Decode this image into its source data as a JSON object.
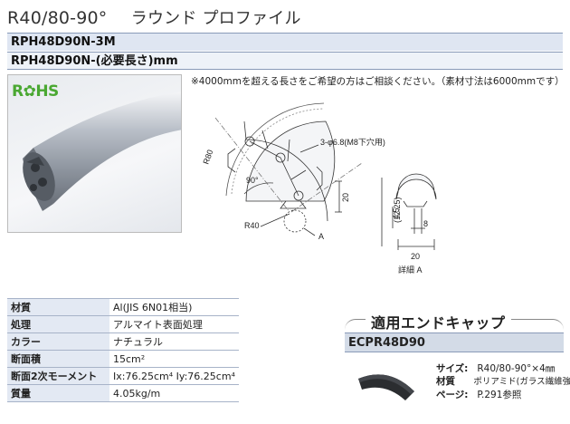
{
  "header": {
    "title_main": "R40/80-90°",
    "title_sub": "ラウンド プロファイル"
  },
  "models": {
    "row1": "RPH48D90N-3M",
    "row2": "RPH48D90N-(必要長さ)mm"
  },
  "note": "※4000mmを超える長さをご希望の方はご相談ください。（素材寸法は6000mmです）",
  "photo": {
    "rohs_label": "R✿HS"
  },
  "drawing": {
    "dim_r80": "R80",
    "dim_r40": "R40",
    "angle": "90°",
    "hole_label": "3-φ6.8(M8下穴用)",
    "dim_20": "20",
    "label_a": "A",
    "detail_label": "詳細 A",
    "dim_8": "8",
    "dim_20b": "20",
    "dim_45": "4.5",
    "dim_1225": "(12.25)"
  },
  "specs": [
    {
      "key": "材質",
      "value": "Al(JIS 6N01相当)"
    },
    {
      "key": "処理",
      "value": "アルマイト表面処理"
    },
    {
      "key": "カラー",
      "value": "ナチュラル"
    },
    {
      "key": "断面積",
      "value": "15cm²"
    },
    {
      "key": "断面2次モーメント",
      "value": "Ix:76.25cm⁴  Iy:76.25cm⁴"
    },
    {
      "key": "質量",
      "value": "4.05kg/m"
    }
  ],
  "endcap": {
    "title": "適用エンドキャップ",
    "model": "ECPR48D90",
    "size_label": "サイズ:",
    "size_value": "R40/80-90°×4㎜",
    "material_label": "材質",
    "material_value": "ポリアミド(ガラス繊維強化)",
    "page_label": "ページ:",
    "page_value": "P.291参照"
  },
  "colors": {
    "rohs_green": "#4aa832",
    "header_band": "#dfe6f2",
    "table_key_bg": "#e3e9f3"
  }
}
